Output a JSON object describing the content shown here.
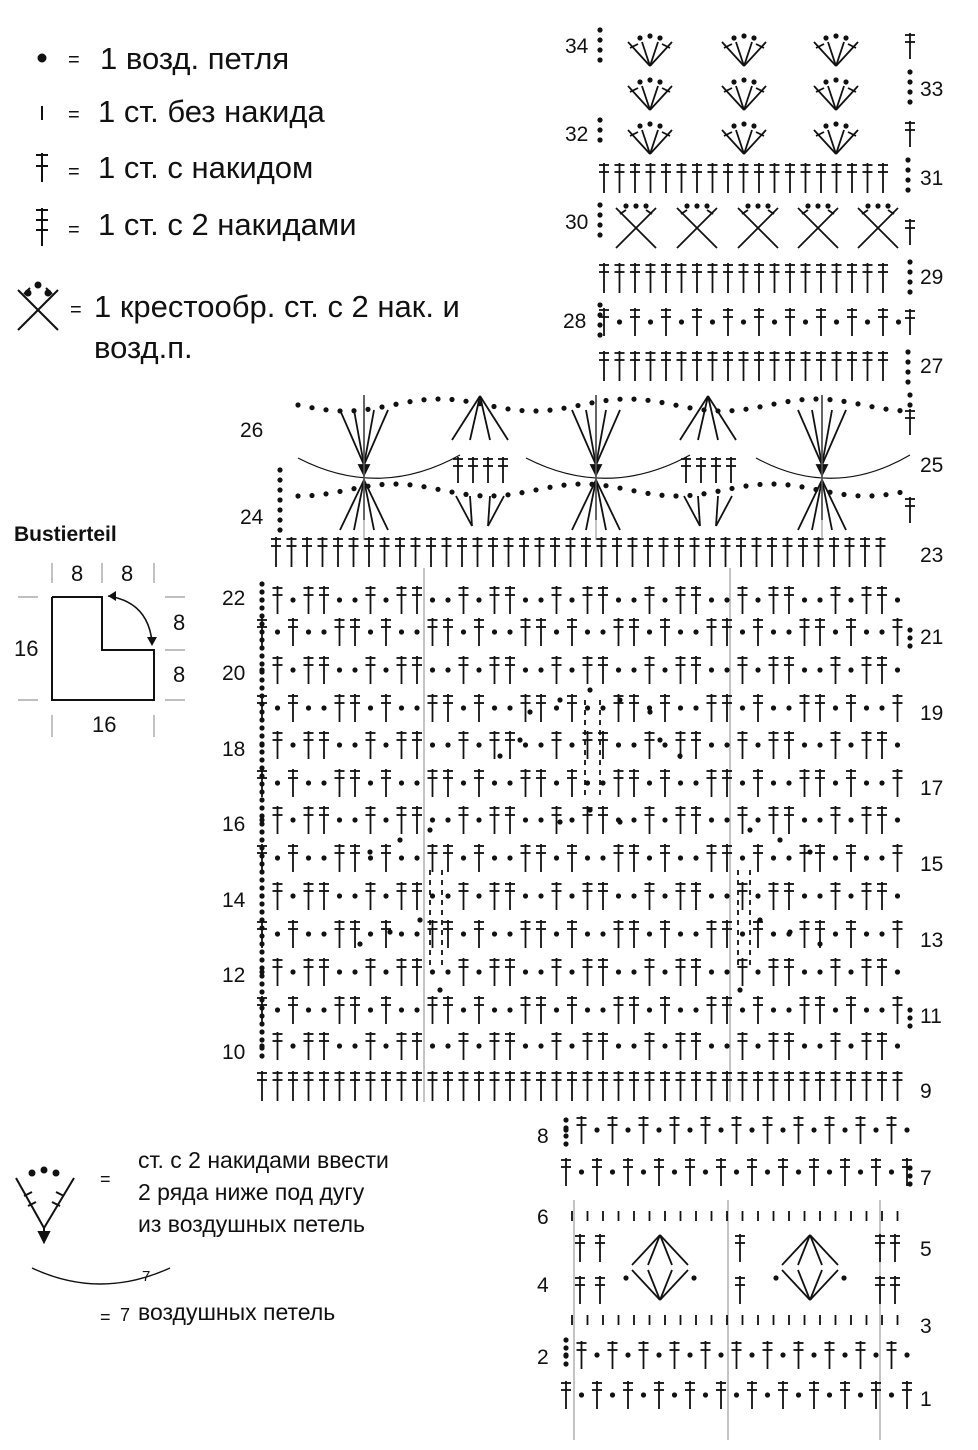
{
  "legend": [
    {
      "symbol": "chain-dot",
      "text": "1 возд. петля"
    },
    {
      "symbol": "single-crochet",
      "text": "1 ст. без накида"
    },
    {
      "symbol": "double-crochet",
      "text": "1 ст. с накидом"
    },
    {
      "symbol": "treble-crochet",
      "text": "1 ст. с 2 накидами"
    },
    {
      "symbol": "crossed-treble",
      "text": "1 крестообр. ст. с 2 нак. и",
      "text2": "возд.п."
    }
  ],
  "legend_eq": "=",
  "schema": {
    "title": "Bustierteil",
    "top_left": "8",
    "top_right": "8",
    "right_upper": "8",
    "right_lower": "8",
    "left": "16",
    "bottom": "16"
  },
  "note_group": {
    "eq": "=",
    "lines": [
      "ст. с 2 накидами ввести",
      "2 ряда ниже под дугу",
      "из воздушных петель"
    ]
  },
  "note_arc": {
    "eq": "=",
    "num": "7",
    "text": "воздушных петель",
    "arc_label": "7"
  },
  "row_labels": {
    "left": [
      "34",
      "32",
      "30",
      "28",
      "26",
      "24",
      "22",
      "20",
      "18",
      "16",
      "14",
      "12",
      "10",
      "8",
      "6",
      "4",
      "2"
    ],
    "right": [
      "33",
      "31",
      "29",
      "27",
      "25",
      "23",
      "21",
      "19",
      "17",
      "15",
      "13",
      "11",
      "9",
      "7",
      "5",
      "3",
      "1"
    ]
  }
}
